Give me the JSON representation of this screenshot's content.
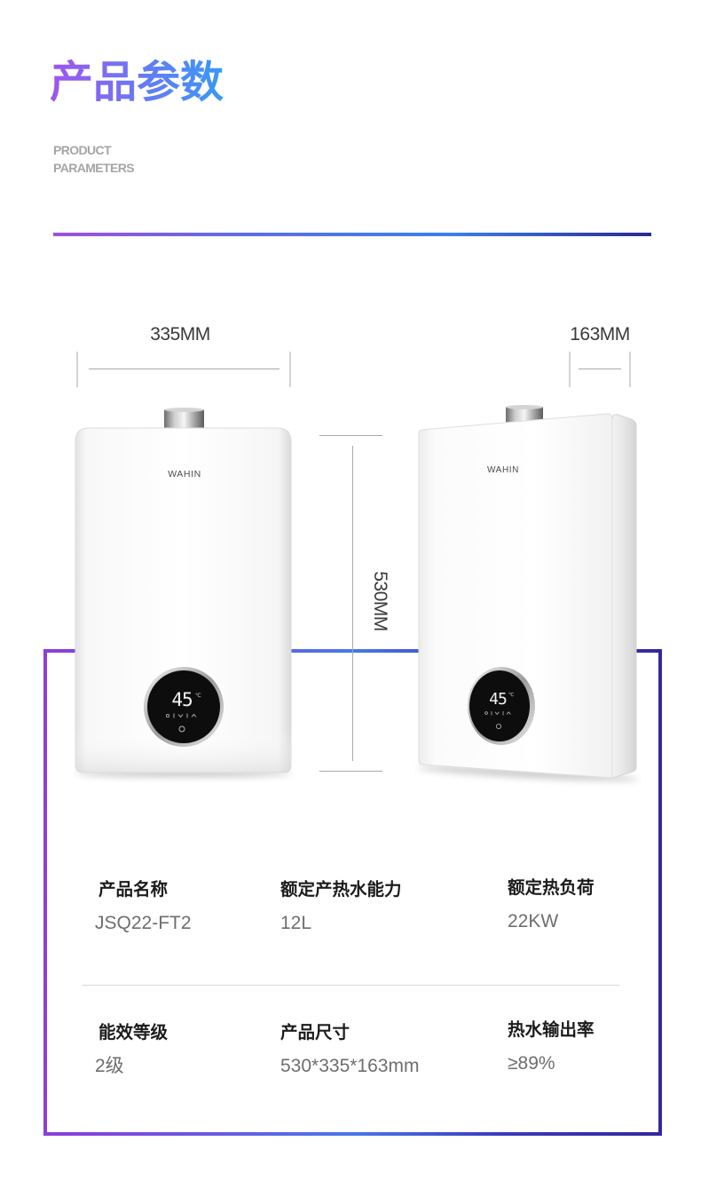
{
  "header": {
    "title": "产品参数",
    "subtitle_line1": "PRODUCT",
    "subtitle_line2": "PARAMETERS"
  },
  "dimensions": {
    "width_label": "335MM",
    "depth_label": "163MM",
    "height_label": "530MM"
  },
  "product_images": {
    "front_view": {
      "brand": "WAHIN",
      "display_temp": "45",
      "display_unit": "℃"
    },
    "angled_view": {
      "brand": "WAHIN",
      "display_temp": "45",
      "display_unit": "℃"
    }
  },
  "specs": [
    {
      "label": "产品名称",
      "value": "JSQ22-FT2"
    },
    {
      "label": "额定产热水能力",
      "value": "12L"
    },
    {
      "label": "额定热负荷",
      "value": "22KW"
    },
    {
      "label": "能效等级",
      "value": "2级"
    },
    {
      "label": "产品尺寸",
      "value": "530*335*163mm"
    },
    {
      "label": "热水输出率",
      "value": "≥89%"
    }
  ],
  "colors": {
    "title_gradient": [
      "#9f55ee",
      "#6a78f4",
      "#3899f6"
    ],
    "rule_gradient": [
      "#a04fdd",
      "#5a6ee8",
      "#3c7eef",
      "#2b2a8c"
    ],
    "frame_gradient": [
      "#8c3dd8",
      "#6b57e2",
      "#4a76ea",
      "#3a39b8",
      "#3328a0"
    ],
    "display_background": "#0d0d0d"
  }
}
